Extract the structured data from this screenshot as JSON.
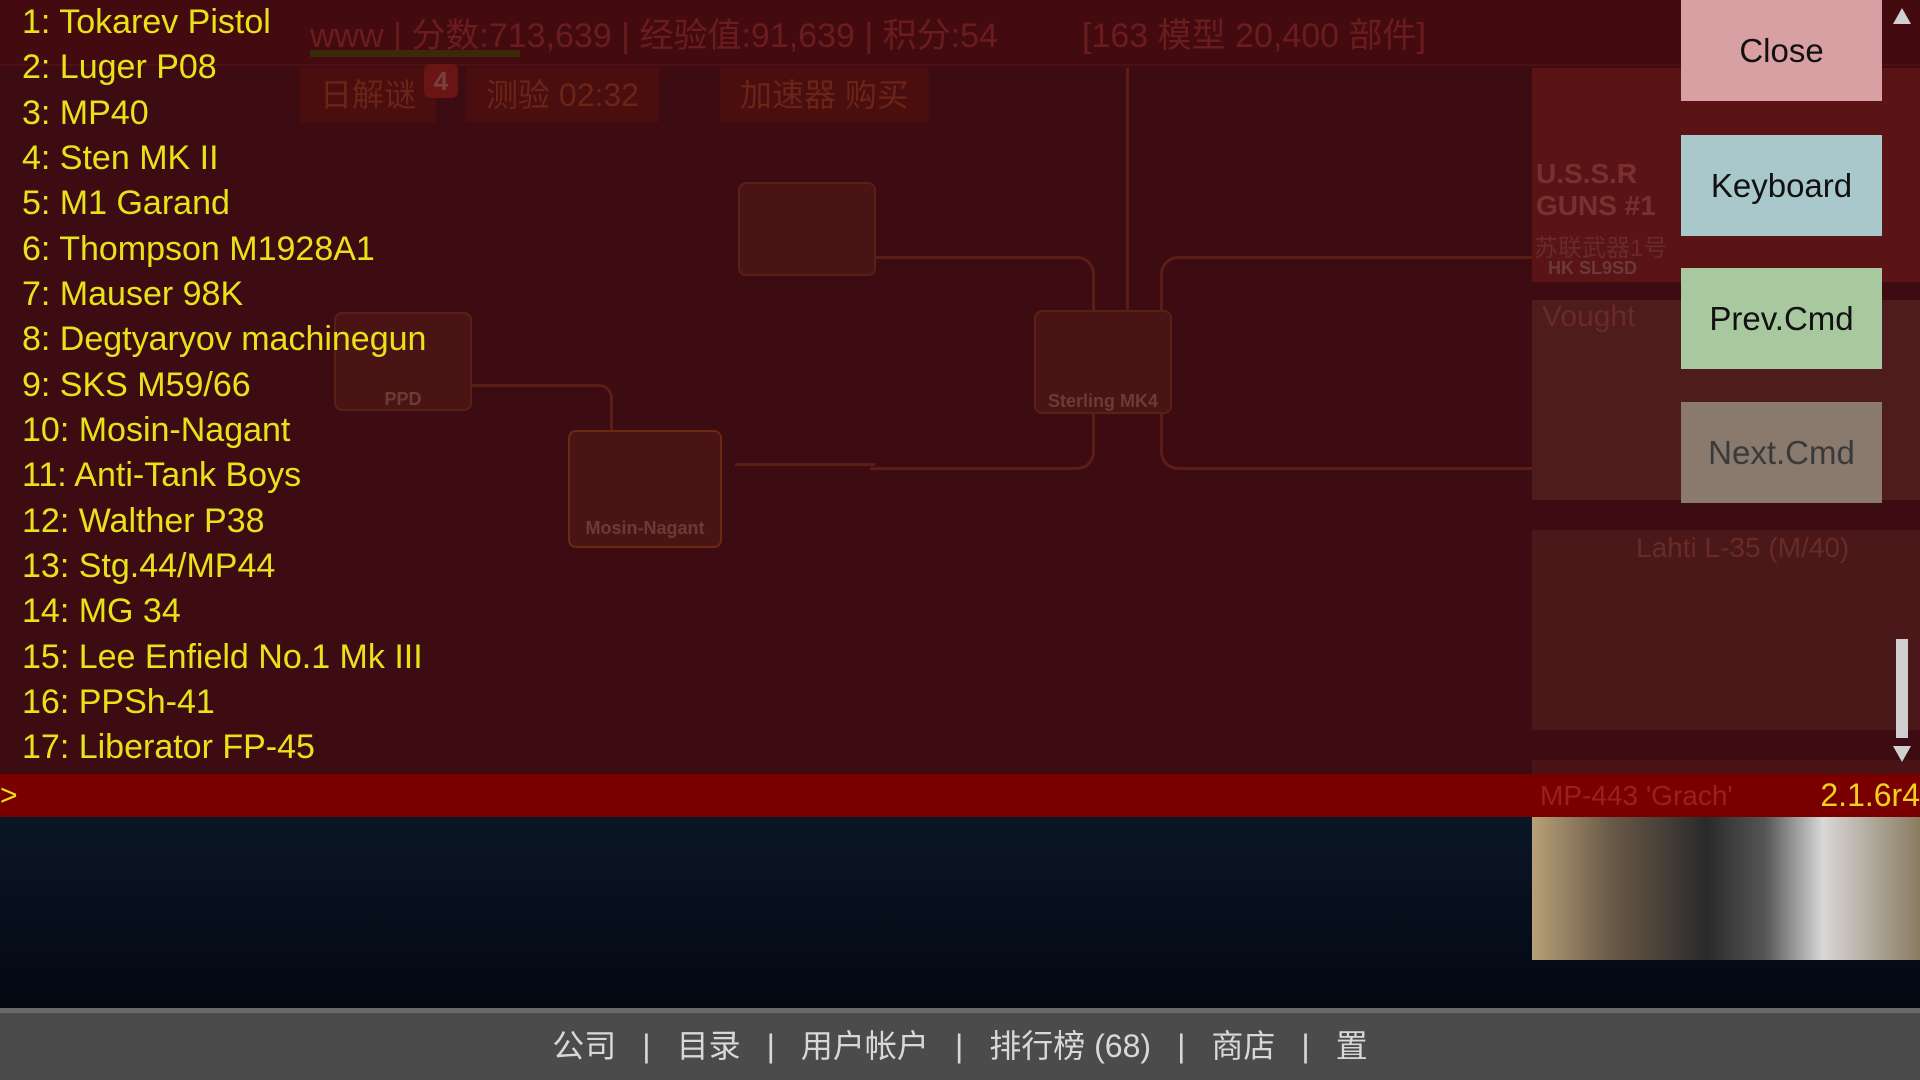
{
  "background": {
    "header_stats": "www | 分数:713,639 | 经验值:91,639 | 积分:54",
    "model_count": "[163 模型 20,400 部件]",
    "tabs": [
      "日解谜",
      "测验 02:32",
      "加速器 购买"
    ],
    "tab_badge": "4",
    "nodes": [
      "PPD",
      "Mosin-Nagant",
      "Sterling MK4"
    ],
    "right_panel": {
      "promo_title": "U.S.S.R GUNS #1",
      "promo_subtitle": "苏联武器1号",
      "hk": "HK SL9SD",
      "vought": "Vought",
      "lahti": "Lahti L-35 (M/40)",
      "mp443": "MP-443 'Grach'"
    }
  },
  "console": {
    "items": [
      "1: Tokarev Pistol",
      "2: Luger P08",
      "3: MP40",
      "4: Sten MK II",
      "5: M1 Garand",
      "6: Thompson M1928A1",
      "7: Mauser 98K",
      "8: Degtyaryov machinegun",
      "9: SKS M59/66",
      "10: Mosin-Nagant",
      "11: Anti-Tank Boys",
      "12: Walther P38",
      "13: Stg.44/MP44",
      "14: MG 34",
      "15: Lee Enfield No.1 Mk III",
      "16: PPSh-41",
      "17: Liberator FP-45"
    ],
    "prompt": ">",
    "version": "2.1.6r4"
  },
  "buttons": {
    "close": "Close",
    "keyboard": "Keyboard",
    "prev": "Prev.Cmd",
    "next": "Next.Cmd"
  },
  "colors": {
    "close": "#d9a0a4",
    "keyboard": "#a8c8cc",
    "prev": "#a8c8a0",
    "next": "#8a7a6e",
    "console_text": "#e8e21a",
    "command_bar": "#7a0000"
  },
  "footer": {
    "items": [
      "公司",
      "目录",
      "用户帐户",
      "排行榜 (68)",
      "商店",
      "置"
    ],
    "separator": "|"
  }
}
